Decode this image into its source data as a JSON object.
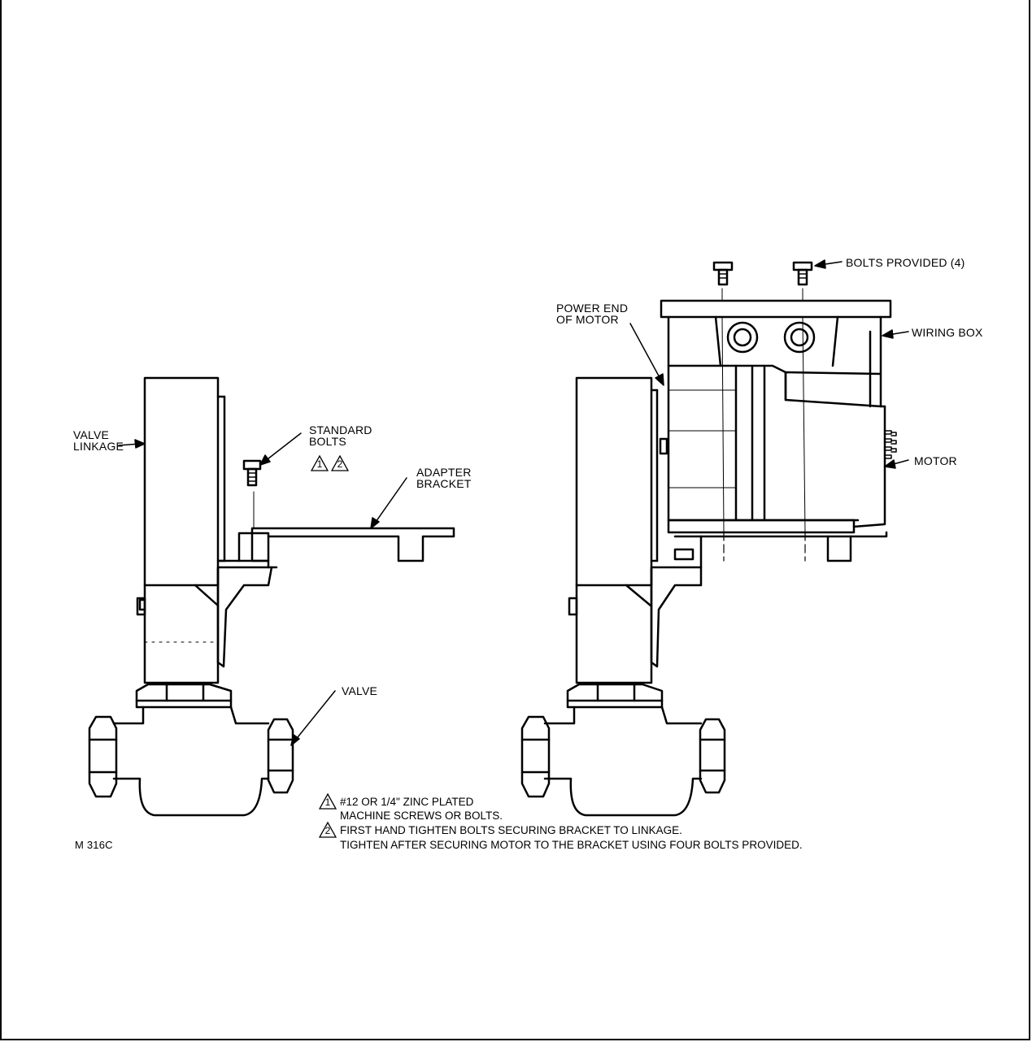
{
  "labels": {
    "valve_linkage": "VALVE\nLINKAGE",
    "standard_bolts": "STANDARD\nBOLTS",
    "adapter_bracket": "ADAPTER\nBRACKET",
    "valve": "VALVE",
    "power_end_of_motor": "POWER END\nOF MOTOR",
    "bolts_provided": "BOLTS PROVIDED (4)",
    "wiring_box": "WIRING BOX",
    "motor": "MOTOR",
    "figure_id": "M 316C"
  },
  "callout_markers": [
    "1",
    "2"
  ],
  "notes": [
    {
      "marker": "1",
      "lines": [
        "#12 OR 1/4\" ZINC PLATED",
        "MACHINE SCREWS OR BOLTS."
      ]
    },
    {
      "marker": "2",
      "lines": [
        "FIRST HAND TIGHTEN BOLTS SECURING BRACKET TO LINKAGE.",
        "TIGHTEN AFTER SECURING MOTOR TO THE BRACKET USING FOUR BOLTS PROVIDED."
      ]
    }
  ]
}
